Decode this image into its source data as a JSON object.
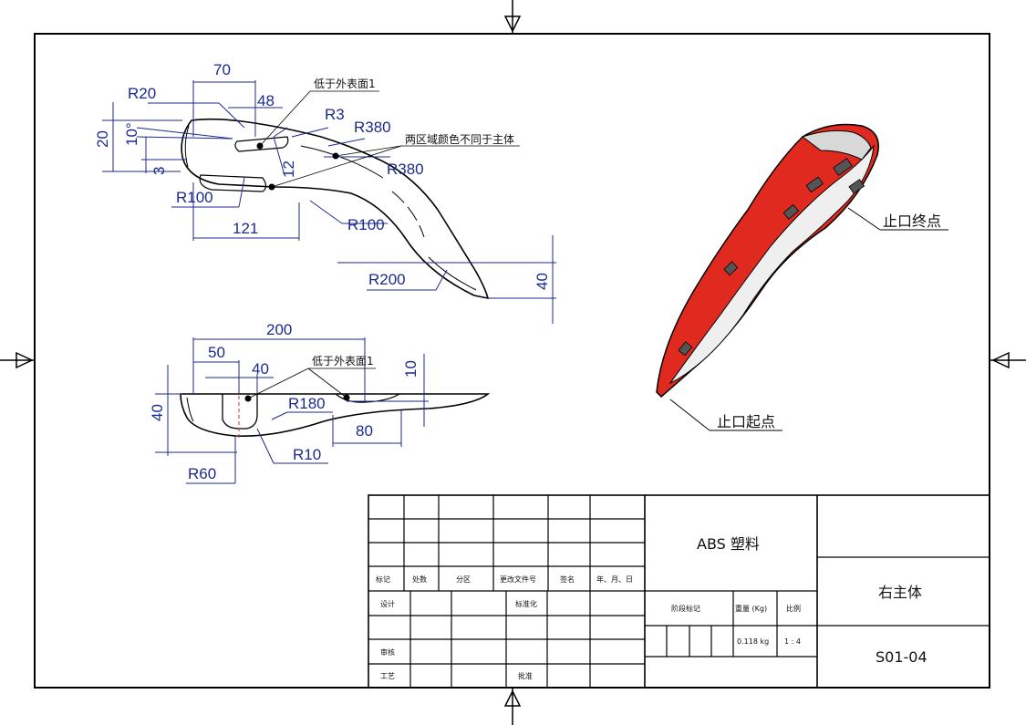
{
  "dimensions": {
    "top": {
      "d70": "70",
      "d48": "48",
      "r20": "R20",
      "r3": "R3",
      "r380a": "R380",
      "r380b": "R380",
      "d20": "20",
      "a10": "10°",
      "d3": "3",
      "d12": "12",
      "r100a": "R100",
      "d121": "121",
      "r100b": "R100",
      "r200": "R200",
      "d40": "40"
    },
    "bottom": {
      "d200": "200",
      "d50": "50",
      "d40": "40",
      "d10": "10",
      "d40v": "40",
      "r180": "R180",
      "d80": "80",
      "r10": "R10",
      "r60": "R60"
    }
  },
  "notes": {
    "below_surface_top": "低于外表面1",
    "color_diff": "两区域颜色不同于主体",
    "below_surface_bottom": "低于外表面1",
    "lip_end": "止口终点",
    "lip_start": "止口起点"
  },
  "title_block": {
    "rev_headers": [
      "标记",
      "处数",
      "分区",
      "更改文件号",
      "签名",
      "年、月、日"
    ],
    "design": "设计",
    "standard": "标准化",
    "review": "审核",
    "process": "工艺",
    "approve": "批准",
    "material": "ABS 塑料",
    "stage_mark": "阶段标记",
    "weight_label": "重量 (Kg)",
    "scale_label": "比例",
    "weight_value": "0.118 kg",
    "scale_value": "1 : 4",
    "part_name": "右主体",
    "part_number": "S01-04"
  },
  "colors": {
    "dimension": "#1c2a8c",
    "accent_red": "#e02a1f",
    "border": "#000000"
  }
}
